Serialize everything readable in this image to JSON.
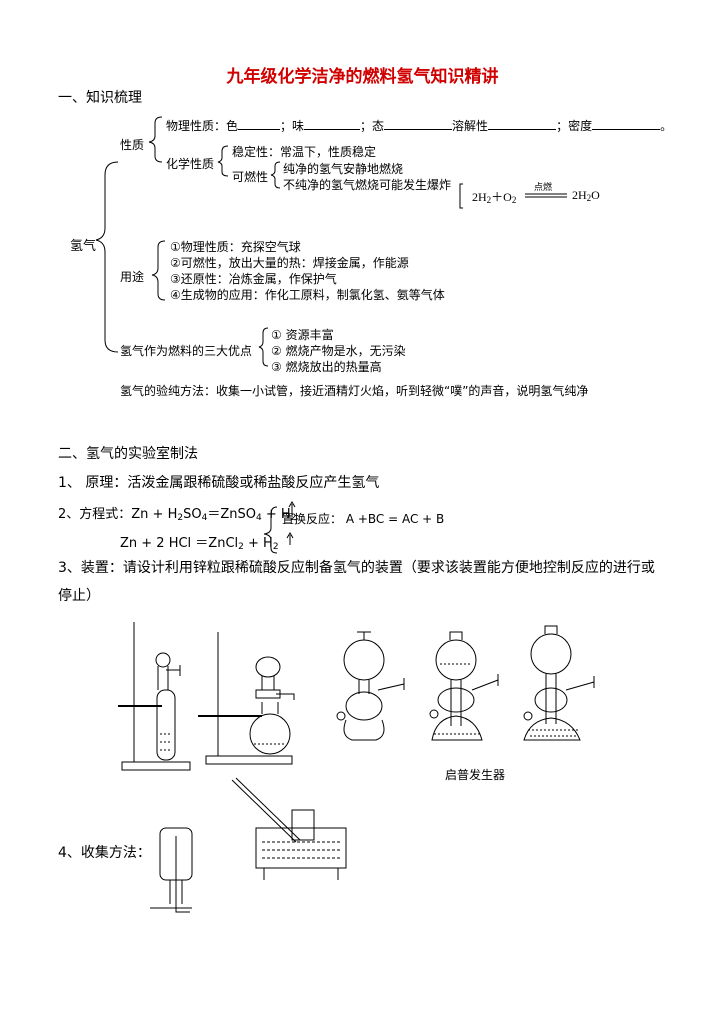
{
  "title": "九年级化学洁净的燃料氢气知识精讲",
  "section1": {
    "heading": "一、知识梳理",
    "root": "氢气",
    "properties": {
      "label": "性质",
      "physical": {
        "prefix": "物理性质：色",
        "taste": "；味",
        "state": "；态",
        "solubility": "溶解性",
        "density": "；密度",
        "end": "。"
      },
      "chemical_label": "化学性质",
      "stability": "稳定性：常温下，性质稳定",
      "flammable_label": "可燃性",
      "pure": "纯净的氢气安静地燃烧",
      "impure": "不纯净的氢气燃烧可能发生爆炸",
      "equation_left": "2H",
      "equation_sub1": "2",
      "equation_plus": "＋O",
      "equation_sub2": "2",
      "equation_condition": "点燃",
      "equation_right": "2H",
      "equation_sub3": "2",
      "equation_o": "O"
    },
    "uses": {
      "label": "用途",
      "items": [
        "①物理性质：充探空气球",
        "②可燃性，放出大量的热：焊接金属，作能源",
        "③还原性：冶炼金属，作保护气",
        "④生成物的应用：作化工原料，制氯化氢、氨等气体"
      ]
    },
    "advantages": {
      "label": "氢气作为燃料的三大优点",
      "items": [
        "①  资源丰富",
        "②  燃烧产物是水，无污染",
        "③  燃烧放出的热量高"
      ]
    },
    "purity_test": "氢气的验纯方法：收集一小试管，接近酒精灯火焰，听到轻微“噗”的声音，说明氢气纯净"
  },
  "section2": {
    "heading": "二、氢气的实验室制法",
    "principle": "1、  原理：活泼金属跟稀硫酸或稀盐酸反应产生氢气",
    "eq1_prefix": "2、方程式：Zn + H",
    "eq1_s1": "2",
    "eq1_mid": "SO",
    "eq1_s2": "4",
    "eq1_eq": "＝ZnSO",
    "eq1_s3": "4",
    "eq1_tail": " + H",
    "eq1_s4": "2",
    "reaction_type": "置换反应：  A +BC  =  AC + B",
    "eq2_prefix": "Zn + 2 HCl ＝ZnCl",
    "eq2_s1": "2",
    "eq2_tail": " + H",
    "eq2_s2": "2",
    "apparatus_line1": "3、装置：请设计利用锌粒跟稀硫酸反应制备氢气的装置（要求该装置能方便地控制反应的进行或",
    "apparatus_line2": "停止）",
    "kipp_label": "启普发生器",
    "collection": "4、收集方法："
  }
}
